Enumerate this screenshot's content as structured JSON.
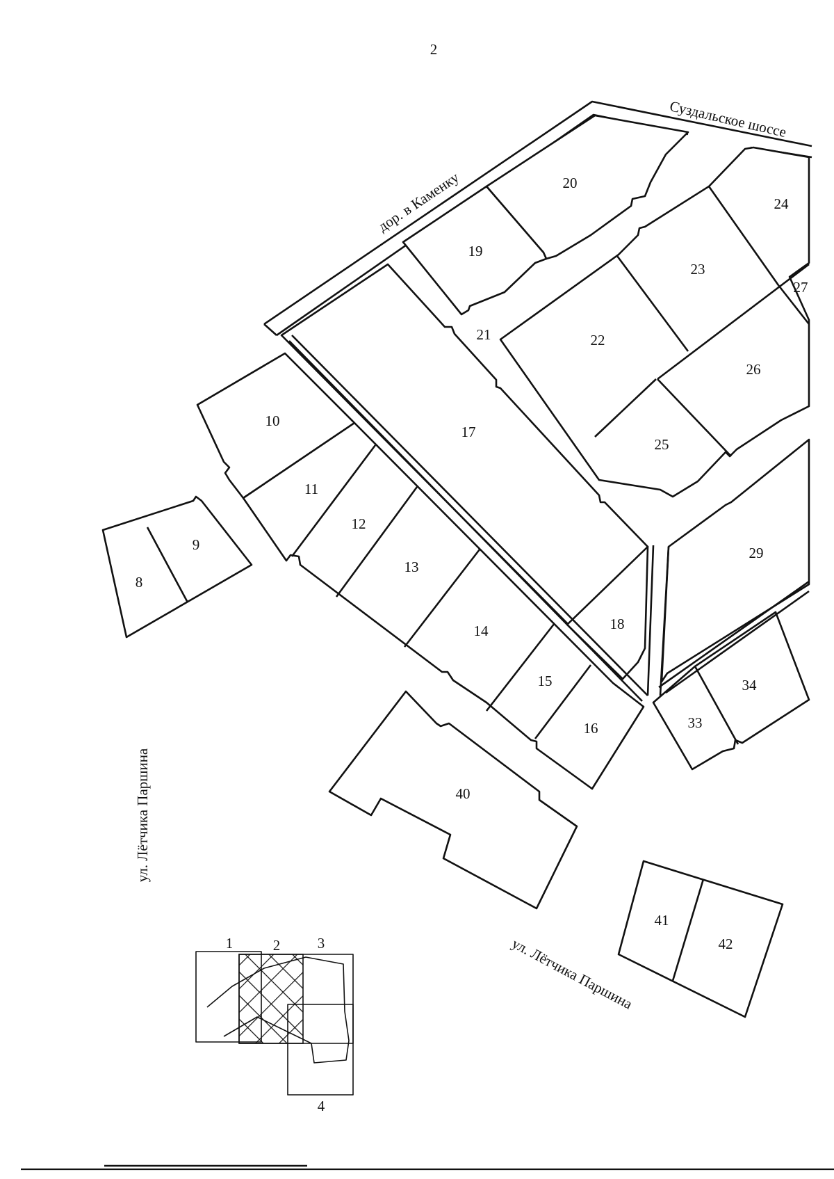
{
  "page_number": "2",
  "streets": {
    "suzdal_highway": "Суздальское шоссе",
    "road_kamenka": "дор. в Каменку",
    "letchika_parshina_vertical": "ул. Лётчика Паршина",
    "letchika_parshina_diagonal": "ул. Лётчика Паршина"
  },
  "parcels": {
    "p8": "8",
    "p9": "9",
    "p10": "10",
    "p11": "11",
    "p12": "12",
    "p13": "13",
    "p14": "14",
    "p15": "15",
    "p16": "16",
    "p17": "17",
    "p18": "18",
    "p19": "19",
    "p20": "20",
    "p21": "21",
    "p22": "22",
    "p23": "23",
    "p24": "24",
    "p25": "25",
    "p26": "26",
    "p27": "27",
    "p29": "29",
    "p33": "33",
    "p34": "34",
    "p40": "40",
    "p41": "41",
    "p42": "42"
  },
  "index_sheets": {
    "s1": "1",
    "s2": "2",
    "s3": "3",
    "s4": "4"
  },
  "colors": {
    "ink": "#111111",
    "paper": "#ffffff"
  }
}
